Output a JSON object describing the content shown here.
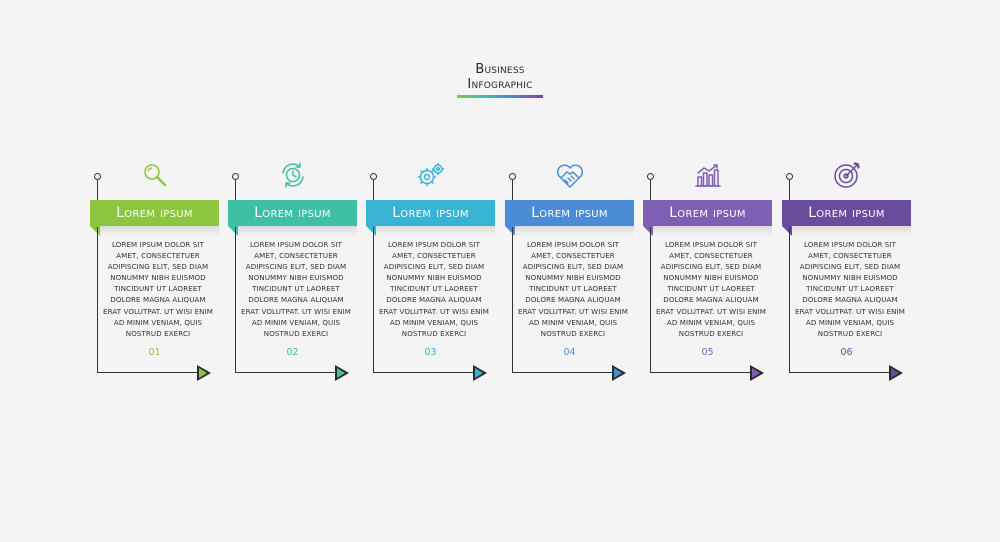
{
  "title": {
    "line1": "Business",
    "line2": "Infographic"
  },
  "steps": [
    {
      "number": "01",
      "title": "Lorem ipsum",
      "text": "Lorem ipsum dolor sit amet, consectetuer adipiscing elit, sed diam nonummy nibh euismod tincidunt ut laoreet dolore magna aliquam erat volutpat. Ut wisi enim ad minim veniam, quis nostrud exerci",
      "color": "#8cc63f",
      "icon": "magnifier-icon"
    },
    {
      "number": "02",
      "title": "Lorem ipsum",
      "text": "Lorem ipsum dolor sit amet, consectetuer adipiscing elit, sed diam nonummy nibh euismod tincidunt ut laoreet dolore magna aliquam erat volutpat. Ut wisi enim ad minim veniam, quis nostrud exerci",
      "color": "#3fbfa4",
      "icon": "clock-refresh-icon"
    },
    {
      "number": "03",
      "title": "Lorem ipsum",
      "text": "Lorem ipsum dolor sit amet, consectetuer adipiscing elit, sed diam nonummy nibh euismod tincidunt ut laoreet dolore magna aliquam erat volutpat. Ut wisi enim ad minim veniam, quis nostrud exerci",
      "color": "#39b3d4",
      "icon": "gears-icon"
    },
    {
      "number": "04",
      "title": "Lorem ipsum",
      "text": "Lorem ipsum dolor sit amet, consectetuer adipiscing elit, sed diam nonummy nibh euismod tincidunt ut laoreet dolore magna aliquam erat volutpat. Ut wisi enim ad minim veniam, quis nostrud exerci",
      "color": "#4a8dd6",
      "icon": "handshake-heart-icon"
    },
    {
      "number": "05",
      "title": "Lorem ipsum",
      "text": "Lorem ipsum dolor sit amet, consectetuer adipiscing elit, sed diam nonummy nibh euismod tincidunt ut laoreet dolore magna aliquam erat volutpat. Ut wisi enim ad minim veniam, quis nostrud exerci",
      "color": "#7f5fb3",
      "icon": "bar-chart-icon"
    },
    {
      "number": "06",
      "title": "Lorem ipsum",
      "text": "Lorem ipsum dolor sit amet, consectetuer adipiscing elit, sed diam nonummy nibh euismod tincidunt ut laoreet dolore magna aliquam erat volutpat. Ut wisi enim ad minim veniam, quis nostrud exerci",
      "color": "#6a4c9c",
      "icon": "target-icon"
    }
  ]
}
